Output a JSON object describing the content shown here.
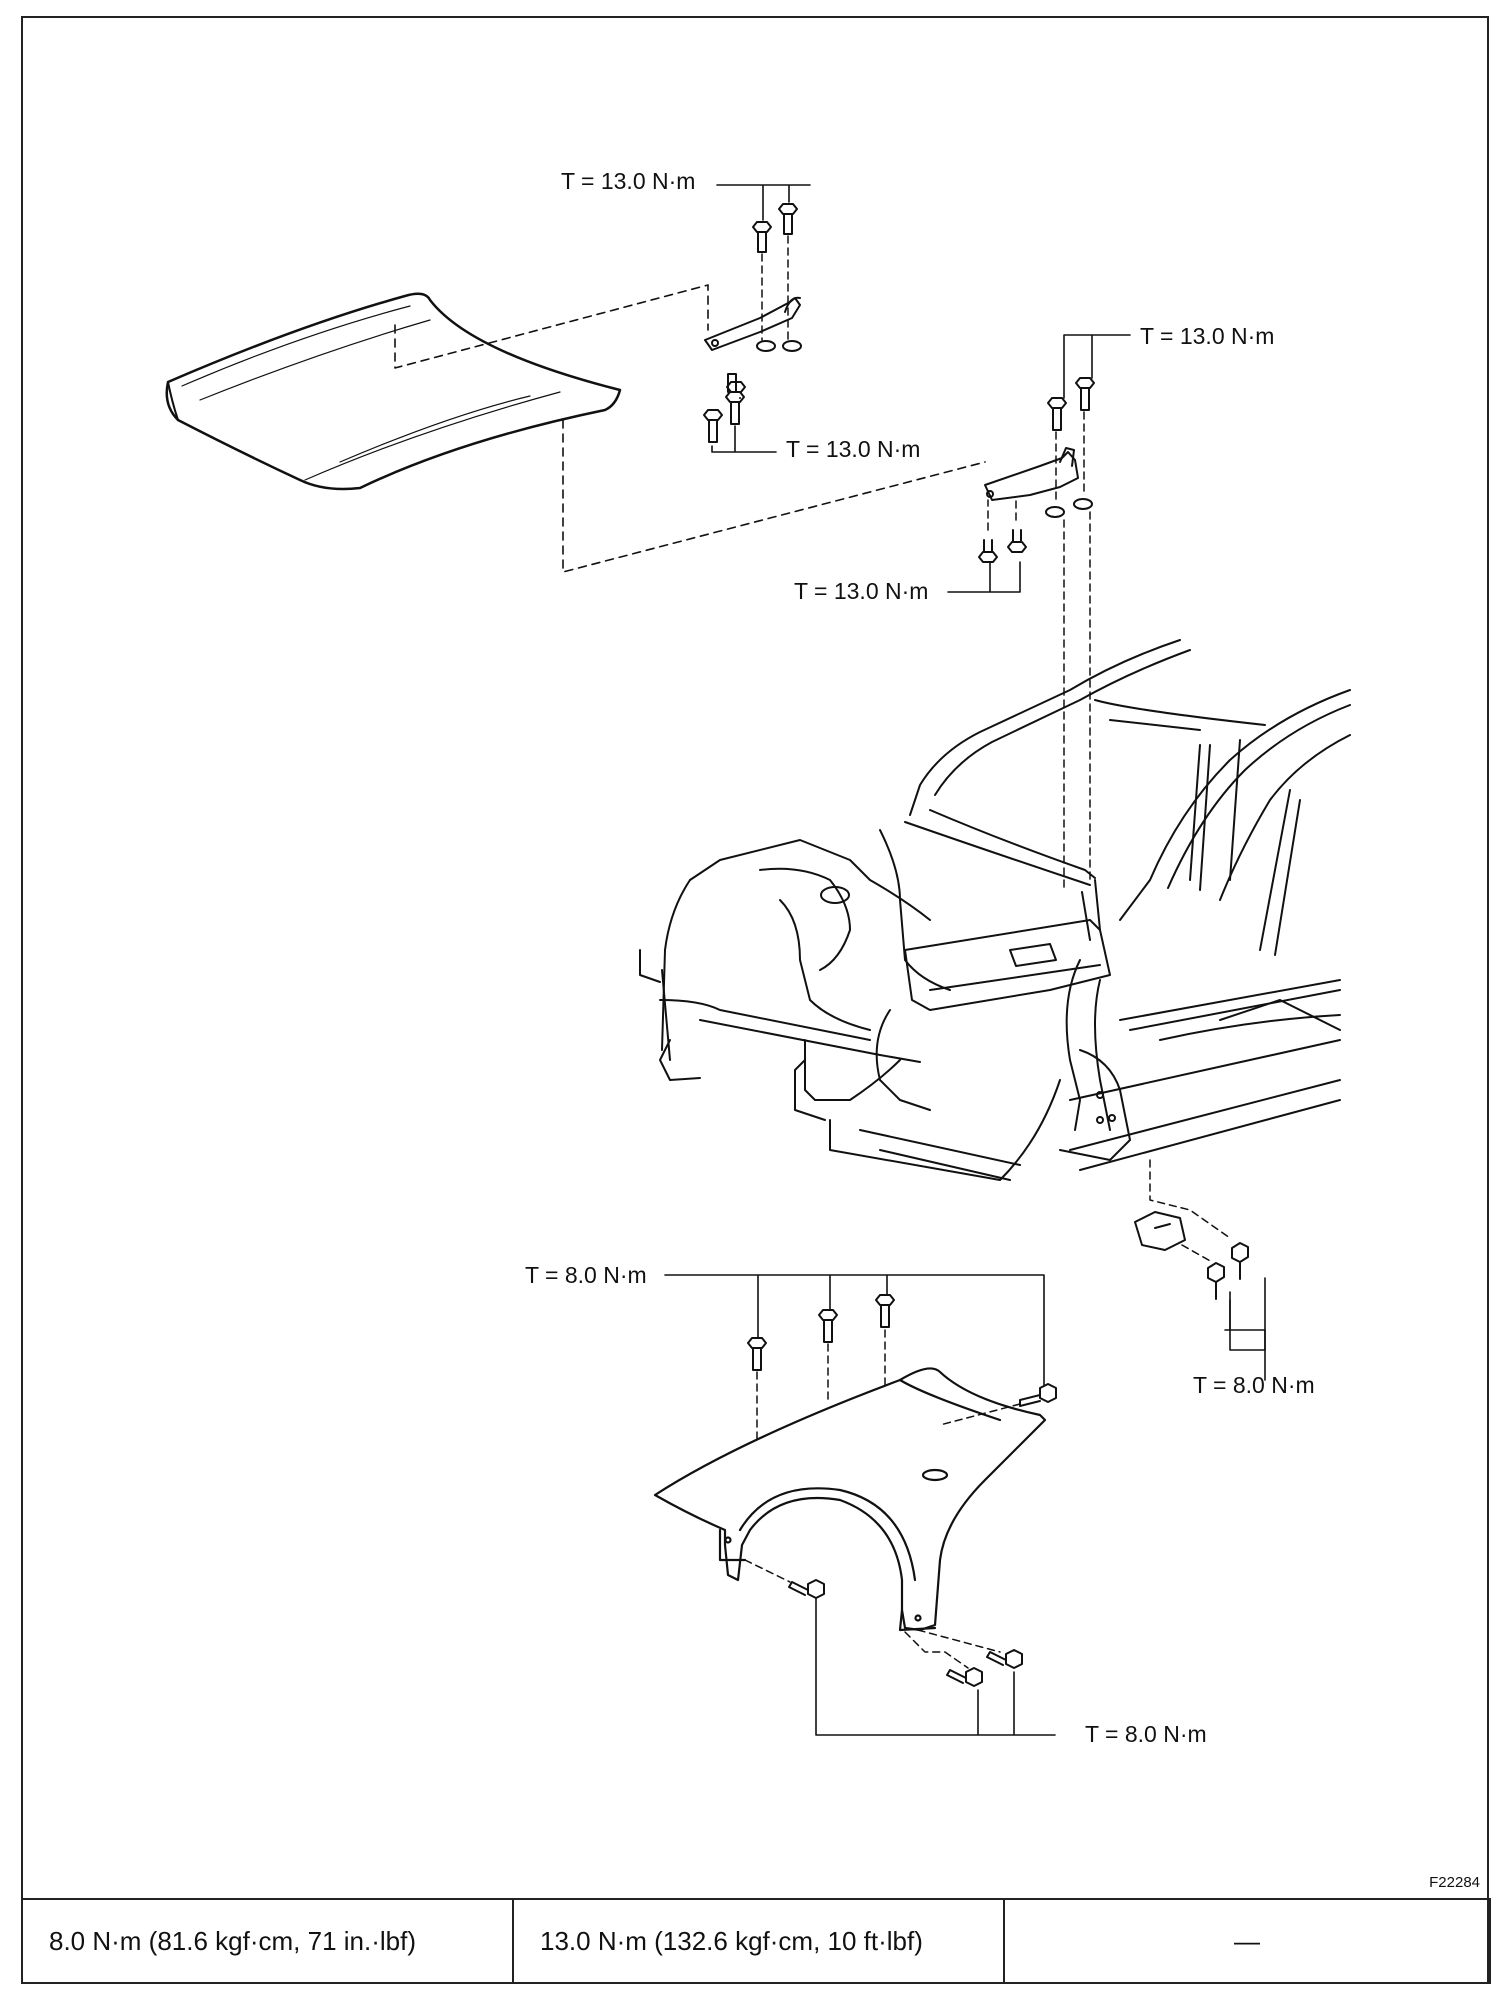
{
  "figure": {
    "callouts": {
      "hood_hinge_upper": "T = 13.0 N·m",
      "hood_hinge_lower": "T = 13.0 N·m",
      "body_hinge_upper": "T = 13.0 N·m",
      "body_hinge_lower": "T = 13.0 N·m",
      "fender_top": "T = 8.0 N·m",
      "bracket": "T = 8.0 N·m",
      "fender_bottom": "T = 8.0 N·m"
    },
    "figure_id": "F22284"
  },
  "torque_table": {
    "cells": [
      "8.0 N·m (81.6 kgf·cm, 71 in.·lbf)",
      "13.0 N·m (132.6 kgf·cm, 10 ft·lbf)",
      "—"
    ]
  }
}
